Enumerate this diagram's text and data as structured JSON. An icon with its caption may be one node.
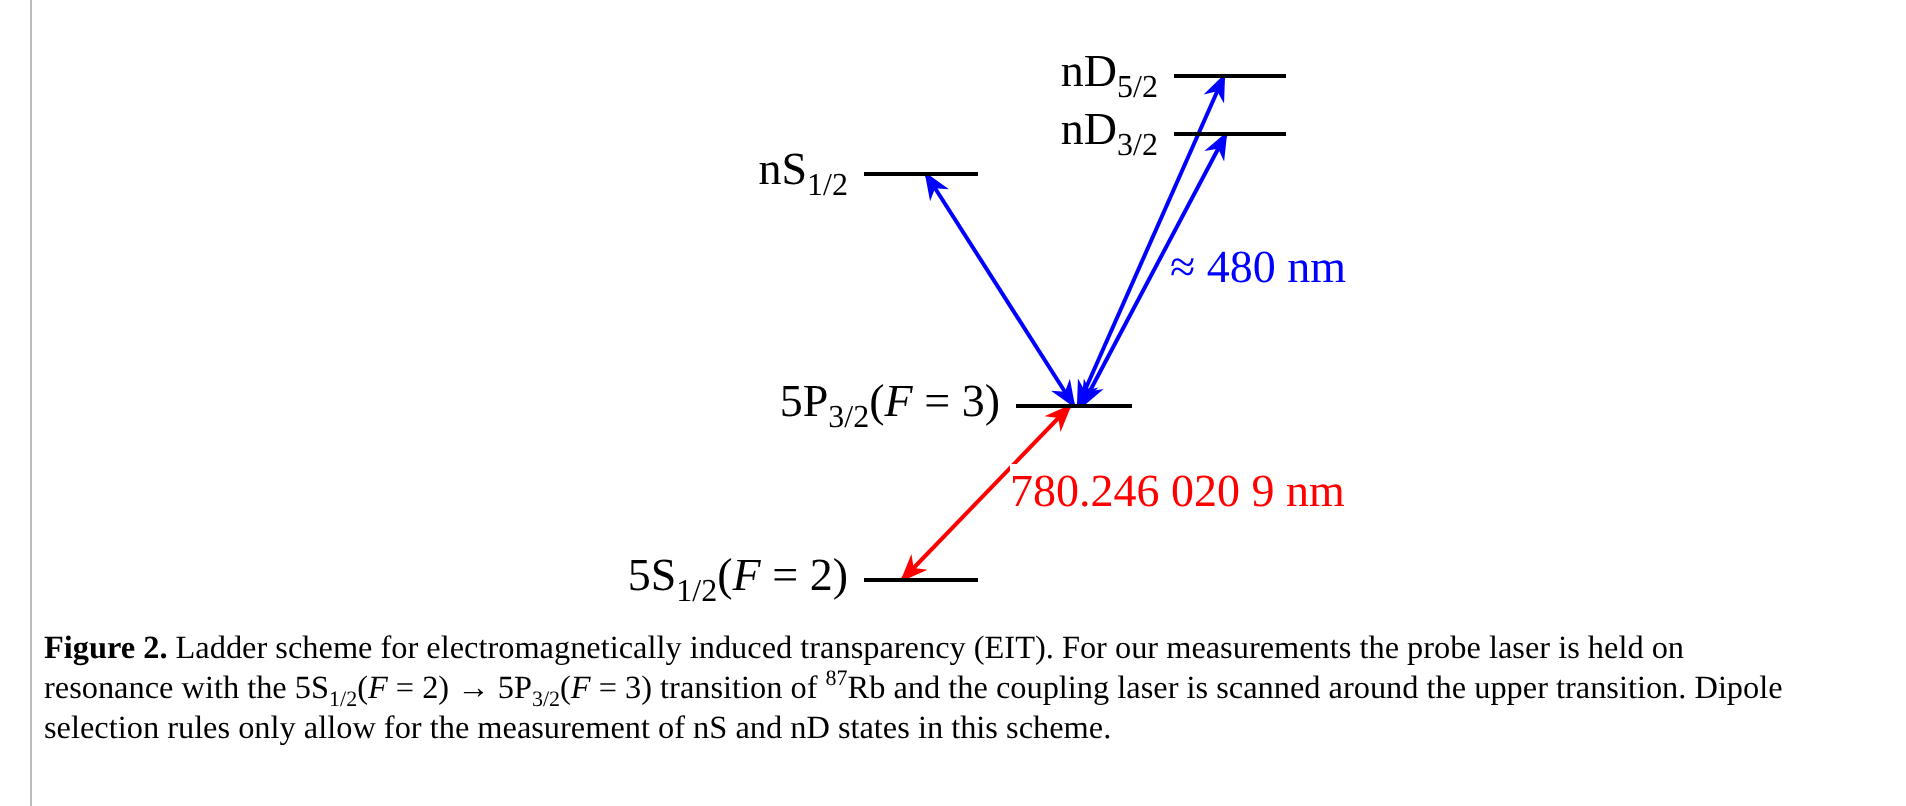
{
  "diagram": {
    "caption": "**Figure 2.** Ladder scheme for electromagnetically induced transparency (EIT). For our measurements the probe laser is held on resonance with the 5S$_{1/2}$(*F* = 2) → 5P$_{3/2}$(*F* = 3) transition of $^{87}$Rb and the coupling laser is scanned around the upper transition. Dipole selection rules only allow for the measurement of nS and nD states in this scheme.",
    "nodes": [
      {
        "text": [],
        "shape": "bar",
        "beside": [
          "nD$_{5/2}$"
        ]
      },
      {
        "text": [],
        "shape": "bar",
        "beside": [
          "nD$_{3/2}$"
        ]
      },
      {
        "text": [],
        "shape": "bar",
        "beside": [
          "nS$_{1/2}$"
        ]
      },
      {
        "text": [],
        "shape": "bar",
        "beside": [
          "5P$_{3/2}$(*F* = 3)"
        ]
      },
      {
        "text": [],
        "shape": "bar",
        "beside": [
          "5S$_{1/2}$(*F* = 2)"
        ]
      }
    ],
    "edges": [
      {
        "from": 3,
        "to": 2,
        "arrow": "both"
      },
      {
        "from": 3,
        "to": 0,
        "arrow": "both"
      },
      {
        "from": 3,
        "to": 1,
        "arrow": "both"
      },
      {
        "from": 4,
        "to": 3,
        "arrow": "both",
        "label": "780.246 020 9 nm",
        "color": "#ff0000"
      }
    ],
    "labels": [
      "≈ 480 nm"
    ]
  }
}
